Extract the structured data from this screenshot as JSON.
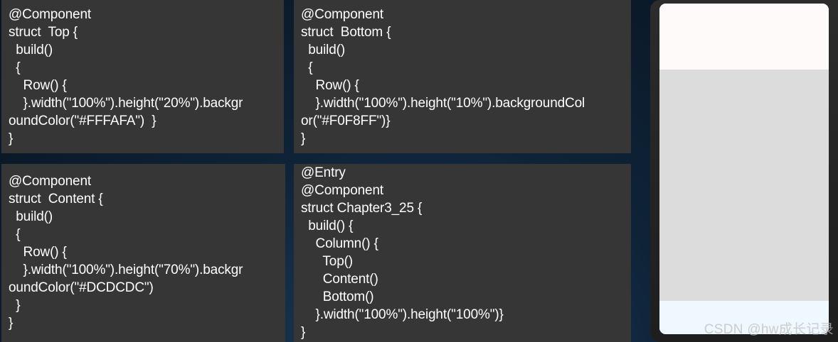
{
  "panels": {
    "top_code": "@Component\nstruct  Top {\n  build()\n  {\n    Row() {\n    }.width(\"100%\").height(\"20%\").backgr\noundColor(\"#FFFAFA\")  }\n}",
    "bottom_code": "@Component\nstruct  Bottom {\n  build()\n  {\n    Row() {\n    }.width(\"100%\").height(\"10%\").backgroundCol\nor(\"#F0F8FF\")}\n}",
    "content_code": "@Component\nstruct  Content {\n  build()\n  {\n    Row() {\n    }.width(\"100%\").height(\"70%\").backgr\noundColor(\"#DCDCDC\")\n  }\n}",
    "entry_code": "@Entry\n@Component\nstruct Chapter3_25 {\n  build() {\n    Column() {\n      Top()\n      Content()\n      Bottom()\n    }.width(\"100%\").height(\"100%\")}\n}"
  },
  "preview": {
    "top_color": "#FFFAFA",
    "content_color": "#DCDCDC",
    "bottom_color": "#F0F8FF"
  },
  "watermark": "CSDN @hw成长记录"
}
